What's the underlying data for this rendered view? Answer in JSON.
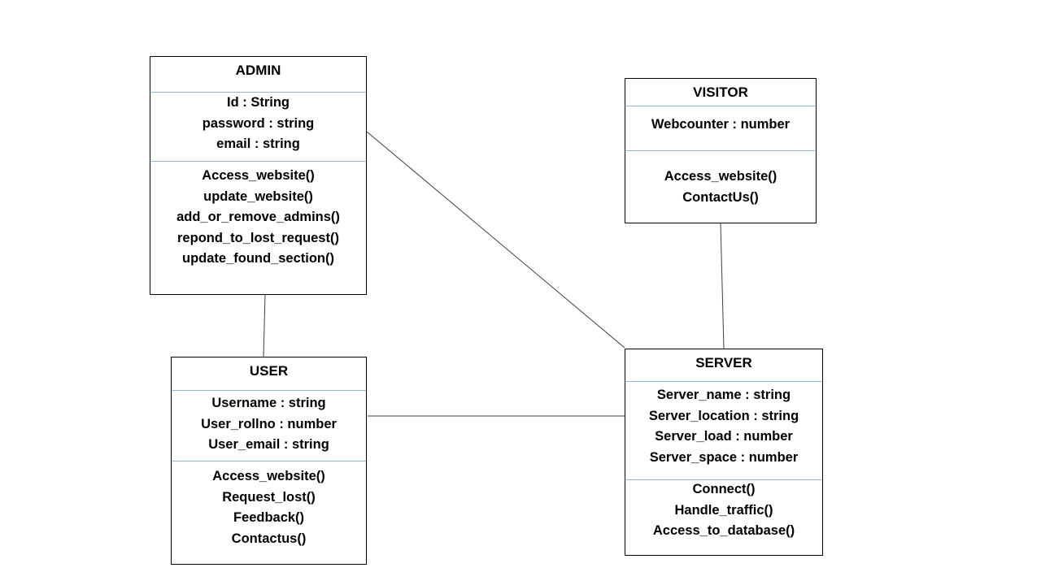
{
  "classes": {
    "admin": {
      "name": "ADMIN",
      "attributes": [
        "Id : String",
        "password : string",
        "email : string"
      ],
      "methods": [
        "Access_website()",
        "update_website()",
        "add_or_remove_admins()",
        "repond_to_lost_request()",
        "update_found_section()"
      ]
    },
    "visitor": {
      "name": "VISITOR",
      "attributes": [
        "Webcounter : number"
      ],
      "methods": [
        "Access_website()",
        "ContactUs()"
      ]
    },
    "user": {
      "name": "USER",
      "attributes": [
        "Username : string",
        "User_rollno : number",
        "User_email : string"
      ],
      "methods": [
        "Access_website()",
        "Request_lost()",
        "Feedback()",
        "Contactus()"
      ]
    },
    "server": {
      "name": "SERVER",
      "attributes": [
        "Server_name : string",
        "Server_location : string",
        "Server_load : number",
        "Server_space : number"
      ],
      "methods": [
        "Connect()",
        "Handle_traffic()",
        "Access_to_database()"
      ]
    }
  },
  "colors": {
    "border": "#000000",
    "divider": "#8fb8d9",
    "connector": "#404040",
    "background": "#ffffff"
  }
}
